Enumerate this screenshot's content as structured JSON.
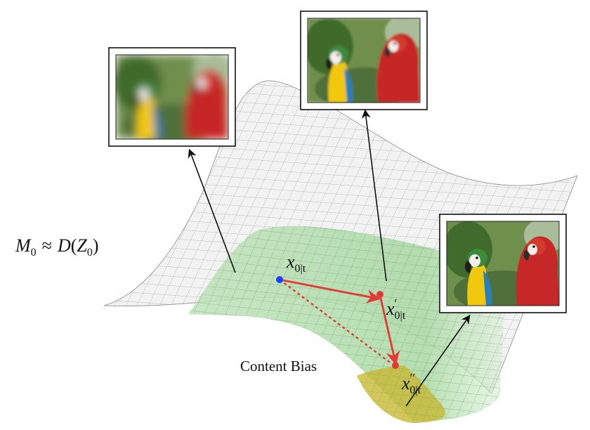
{
  "manifold_label": {
    "M": "M",
    "sub0": "0",
    "approx": "≈",
    "D": "D",
    "open": "(",
    "Z": "Z",
    "subZ": "0",
    "close": ")"
  },
  "points": {
    "x0": {
      "base": "x",
      "sub": "0|t"
    },
    "x1": {
      "base": "x",
      "sub": "0|t",
      "primes": "′"
    },
    "x2": {
      "base": "x",
      "sub": "0|t",
      "primes": "′′"
    }
  },
  "caption": "Content Bias",
  "thumbnails": {
    "blurry": {
      "subject": "blurred-parrots"
    },
    "medium": {
      "subject": "slightly-blurred-parrots"
    },
    "sharp": {
      "subject": "sharp-parrots"
    }
  },
  "colors": {
    "path": "#e53935",
    "start_point": "#1e40ff",
    "manifold_green": "#9bd29b",
    "bias_yellow": "#c8b832"
  }
}
